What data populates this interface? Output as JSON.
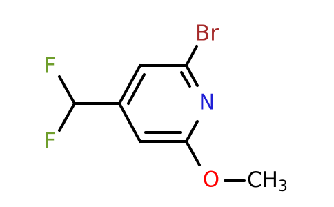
{
  "molecule": {
    "atoms": {
      "br": {
        "symbol": "Br",
        "color": "#a52a2a"
      },
      "n": {
        "symbol": "N",
        "color": "#1f1fd6"
      },
      "o": {
        "symbol": "O",
        "color": "#ff0000"
      },
      "f1": {
        "symbol": "F",
        "color": "#6f9e2c"
      },
      "f2": {
        "symbol": "F",
        "color": "#6f9e2c"
      },
      "ch3": {
        "symbol": "CH",
        "subscript": "3",
        "color": "#000000"
      }
    },
    "bond_color": "#000000"
  }
}
